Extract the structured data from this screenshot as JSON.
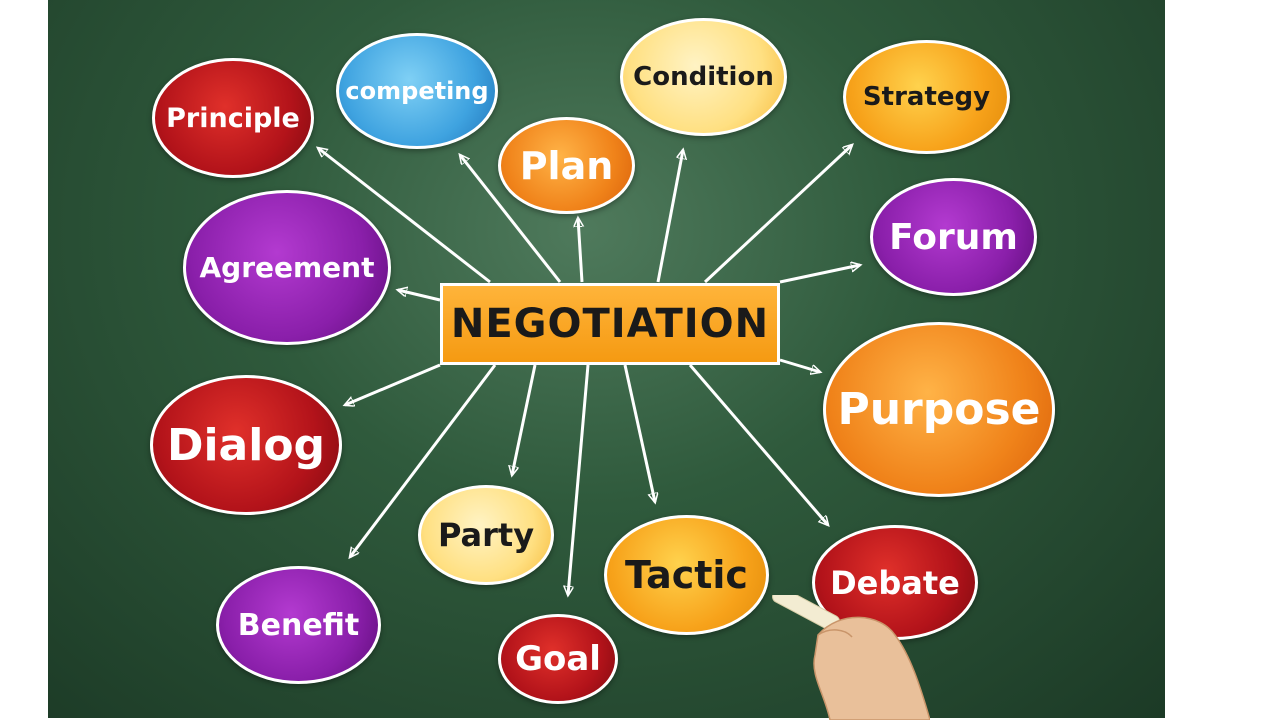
{
  "center": {
    "label": "NEGOTIATION"
  },
  "nodes": [
    {
      "key": "principle",
      "label": "Principle"
    },
    {
      "key": "competing",
      "label": "competing"
    },
    {
      "key": "plan",
      "label": "Plan"
    },
    {
      "key": "condition",
      "label": "Condition"
    },
    {
      "key": "strategy",
      "label": "Strategy"
    },
    {
      "key": "agreement",
      "label": "Agreement"
    },
    {
      "key": "forum",
      "label": "Forum"
    },
    {
      "key": "dialog",
      "label": "Dialog"
    },
    {
      "key": "purpose",
      "label": "Purpose"
    },
    {
      "key": "party",
      "label": "Party"
    },
    {
      "key": "tactic",
      "label": "Tactic"
    },
    {
      "key": "debate",
      "label": "Debate"
    },
    {
      "key": "benefit",
      "label": "Benefit"
    },
    {
      "key": "goal",
      "label": "Goal"
    }
  ],
  "colors": {
    "board": "#2f5a3c",
    "center": "#f59a12",
    "outline": "#ffffff"
  }
}
